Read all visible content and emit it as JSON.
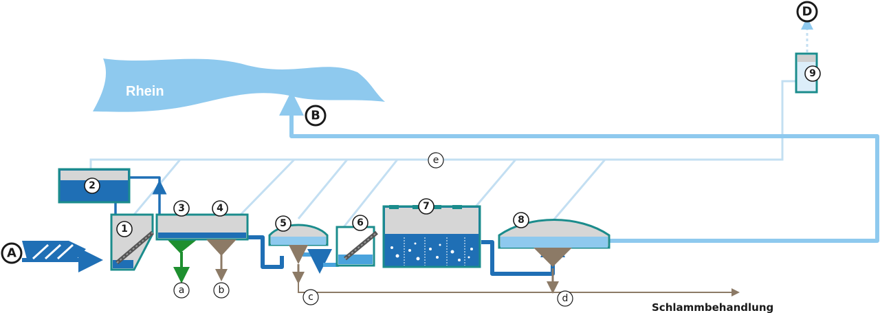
{
  "river": {
    "label": "Rhein"
  },
  "inputs": {
    "A": "A",
    "B": "B",
    "D": "D"
  },
  "stations": [
    "1",
    "2",
    "3",
    "4",
    "5",
    "6",
    "7",
    "8",
    "9"
  ],
  "outputs": {
    "a": "a",
    "b": "b",
    "c": "c",
    "d": "d",
    "e": "e"
  },
  "sludge_label": "Schlammbehandlung",
  "colors": {
    "water_dark": "#1f6fb5",
    "water_light": "#8ec9ee",
    "air_line": "#c3dff2",
    "tank_border": "#1b8c8c",
    "sludge": "#8c7a66",
    "grit_green": "#1e8f2f",
    "grey_fill": "#d6d6d6"
  }
}
